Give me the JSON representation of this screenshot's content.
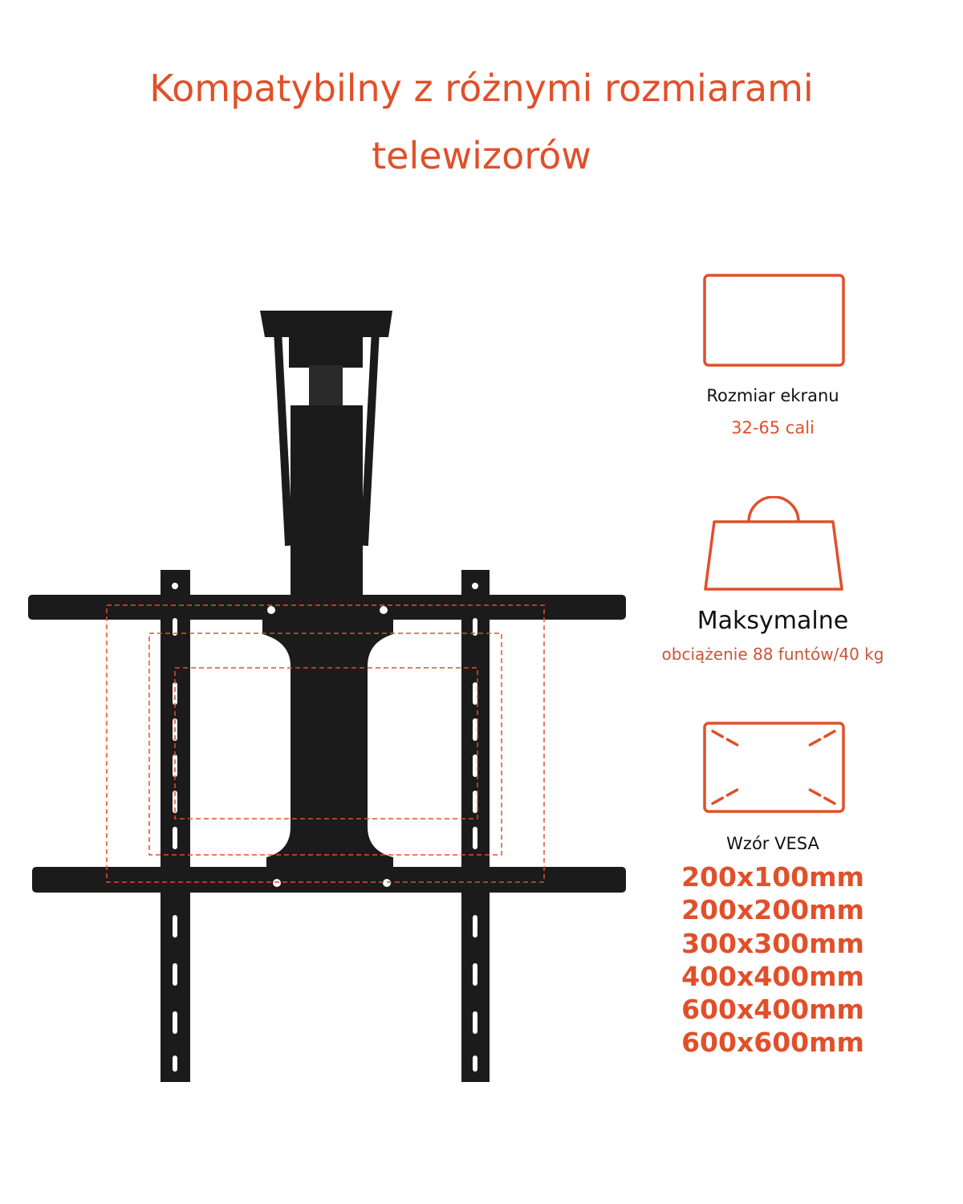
{
  "title": {
    "line1": "Kompatybilny z różnymi rozmiarami",
    "line2": "telewizorów"
  },
  "specs": {
    "screen": {
      "label": "Rozmiar ekranu",
      "value": "32-65 cali",
      "icon": "screen-icon"
    },
    "load": {
      "label": "Maksymalne",
      "value": "obciążenie 88 funtów/40 kg",
      "icon": "weight-icon"
    },
    "vesa": {
      "label": "Wzór VESA",
      "icon": "vesa-icon",
      "values": [
        "200x100mm",
        "200x200mm",
        "300x300mm",
        "400x400mm",
        "600x400mm",
        "600x600mm"
      ]
    }
  },
  "colors": {
    "accent": "#e0502a",
    "mount": "#1a1a1a"
  }
}
